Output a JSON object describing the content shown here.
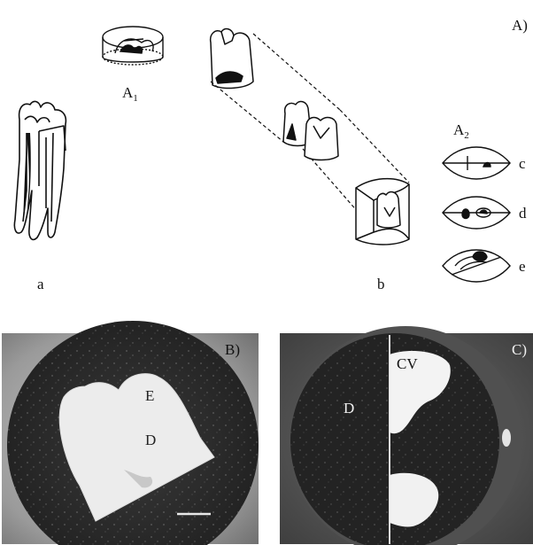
{
  "panel_a": {
    "panel_label": "A)",
    "a1_base": "A",
    "a1_sub": "1",
    "a2_base": "A",
    "a2_sub": "2",
    "label_a": "a",
    "label_b": "b",
    "label_c": "c",
    "label_d": "d",
    "label_e": "e"
  },
  "panel_b": {
    "panel_label": "B)",
    "label_e": "E",
    "label_d": "D"
  },
  "panel_c": {
    "panel_label": "C)",
    "label_cv": "CV",
    "label_d": "D"
  },
  "colors": {
    "line": "#111111",
    "photo_dark": "#2a2a2a",
    "photo_bg": "#7a7a7a",
    "tooth_white": "#f2f2f2"
  }
}
